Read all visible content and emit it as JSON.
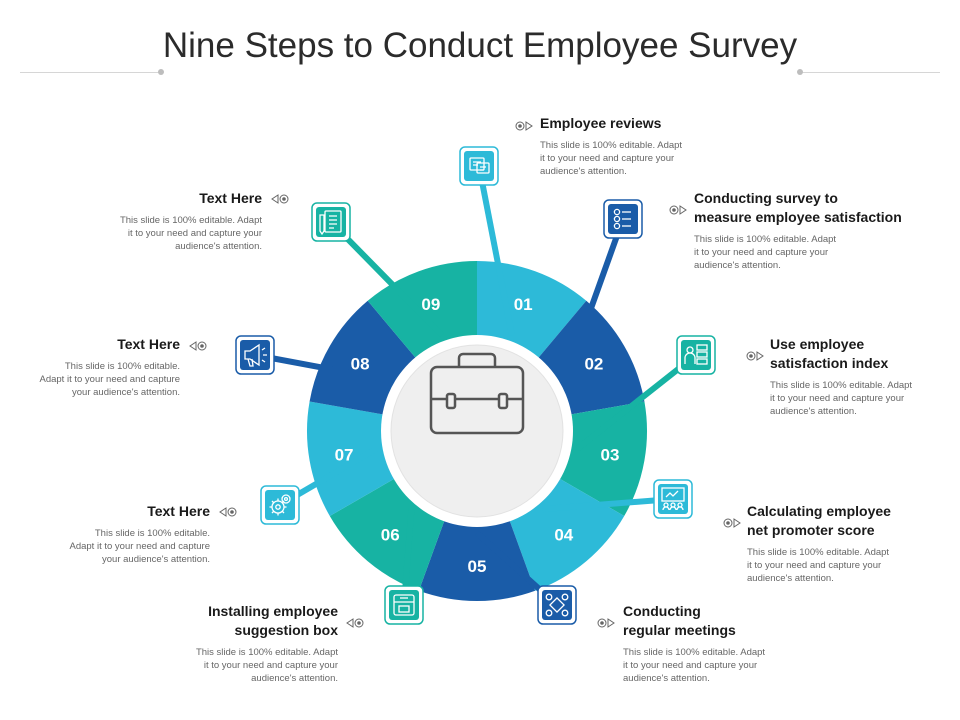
{
  "title": "Nine Steps to Conduct Employee Survey",
  "center_icon": "briefcase-icon",
  "colors": {
    "teal": "#17b3a3",
    "light_blue": "#2dbad8",
    "dark_blue": "#1a5ca8",
    "hub": "#f0f0f0"
  },
  "steps": [
    {
      "num": "01",
      "color": "#2dbad8",
      "icon": "survey-card-icon",
      "head": [
        "Employee reviews"
      ],
      "body": [
        "This slide is 100% editable. Adapt",
        "it to your need and capture your",
        "audience's attention."
      ]
    },
    {
      "num": "02",
      "color": "#1a5ca8",
      "icon": "checklist-icon",
      "head": [
        "Conducting survey to",
        "measure employee satisfaction"
      ],
      "body": [
        "This slide is 100% editable. Adapt",
        "it to your need and capture your",
        "audience's attention."
      ]
    },
    {
      "num": "03",
      "color": "#17b3a3",
      "icon": "user-index-icon",
      "head": [
        "Use employee",
        "satisfaction index"
      ],
      "body": [
        "This slide is 100% editable. Adapt",
        "it to your need and capture your",
        "audience's attention."
      ]
    },
    {
      "num": "04",
      "color": "#2dbad8",
      "icon": "presentation-icon",
      "head": [
        "Calculating employee",
        "net promoter score"
      ],
      "body": [
        "This slide is 100% editable. Adapt",
        "it to your need and capture your",
        "audience's attention."
      ]
    },
    {
      "num": "05",
      "color": "#1a5ca8",
      "icon": "meeting-icon",
      "head": [
        "Conducting",
        "regular meetings"
      ],
      "body": [
        "This slide is 100% editable. Adapt",
        "it to your need and capture your",
        "audience's attention."
      ]
    },
    {
      "num": "06",
      "color": "#17b3a3",
      "icon": "suggestion-box-icon",
      "head": [
        "Installing employee",
        "suggestion box"
      ],
      "body": [
        "This slide is 100% editable. Adapt",
        "it to your need and capture your",
        "audience's attention."
      ]
    },
    {
      "num": "07",
      "color": "#2dbad8",
      "icon": "gears-icon",
      "head": [
        "Text Here"
      ],
      "body": [
        "This slide is 100% editable.",
        "Adapt it to your need and capture",
        "your audience's attention."
      ]
    },
    {
      "num": "08",
      "color": "#1a5ca8",
      "icon": "megaphone-icon",
      "head": [
        "Text Here"
      ],
      "body": [
        "This slide is 100% editable.",
        "Adapt it to your need and capture",
        "your audience's attention."
      ]
    },
    {
      "num": "09",
      "color": "#17b3a3",
      "icon": "document-icon",
      "head": [
        "Text Here"
      ],
      "body": [
        "This slide is 100% editable. Adapt",
        "it to your need and capture your",
        "audience's attention."
      ]
    }
  ]
}
